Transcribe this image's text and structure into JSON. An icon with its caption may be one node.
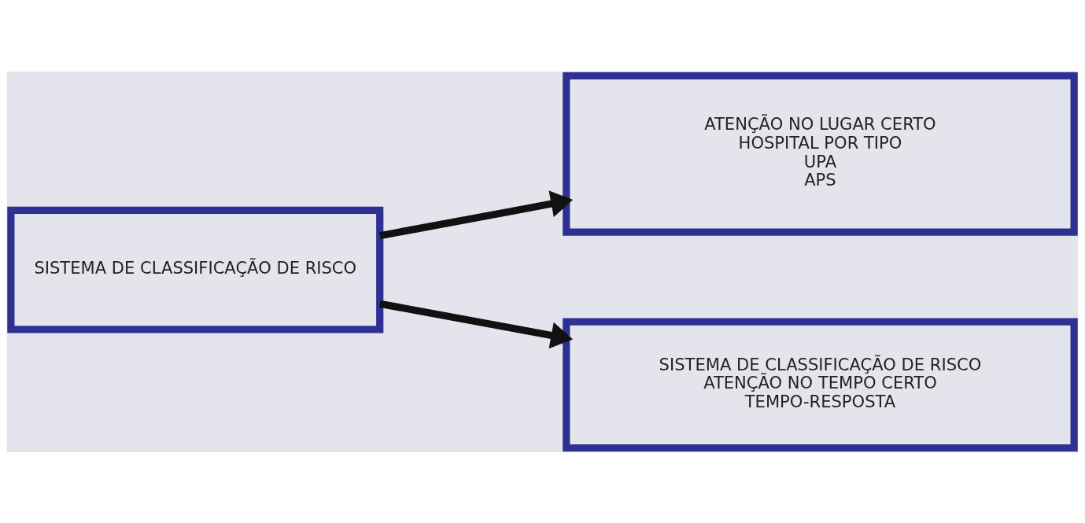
{
  "diagram": {
    "nodes": [
      {
        "text": [
          "SISTEMA DE CLASSIFICAÇÃO DE RISCO"
        ]
      },
      {
        "text": [
          "ATENÇÃO NO LUGAR CERTO",
          "HOSPITAL POR TIPO",
          "UPA",
          "APS"
        ]
      },
      {
        "text": [
          "SISTEMA DE CLASSIFICAÇÃO DE RISCO",
          "ATENÇÃO NO TEMPO CERTO",
          "TEMPO-RESPOSTA"
        ]
      }
    ],
    "edges": [
      {
        "from": 0,
        "to": 1,
        "arrow": "to"
      },
      {
        "from": 0,
        "to": 2,
        "arrow": "to"
      }
    ]
  }
}
